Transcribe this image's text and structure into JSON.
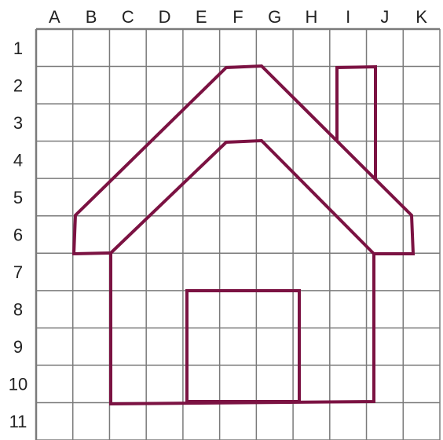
{
  "grid": {
    "columns": [
      "A",
      "B",
      "C",
      "D",
      "E",
      "F",
      "G",
      "H",
      "I",
      "J",
      "K"
    ],
    "rows": [
      "1",
      "2",
      "3",
      "4",
      "5",
      "6",
      "7",
      "8",
      "9",
      "10",
      "11"
    ],
    "line_color": "#7a7a7a"
  },
  "drawing": {
    "subject": "house",
    "stroke_color": "#7b1242"
  }
}
